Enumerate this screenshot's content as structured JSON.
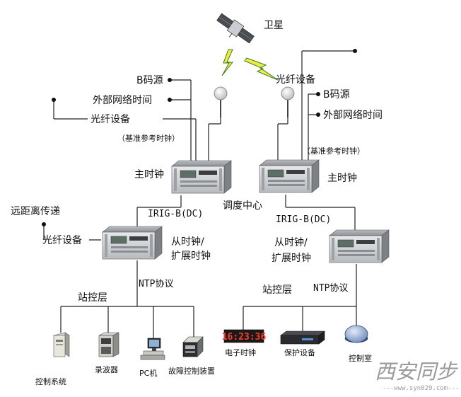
{
  "satellite": "卫星",
  "left": {
    "ref1": "B码源",
    "ref2": "外部网络时间",
    "ref3": "光纤设备",
    "ref_note": "（基准参考时钟）",
    "master": "主时钟",
    "link": "IRIG-B(DC)",
    "slave_line1": "从时钟/",
    "slave_line2": "扩展时钟",
    "remote": "远距离传递",
    "fiber": "光纤设备",
    "ntp": "NTP协议",
    "station": "站控层",
    "devices": [
      "控制系统",
      "录波器",
      "PC机",
      "故障控制装置"
    ]
  },
  "center": "调度中心",
  "right": {
    "ref1": "光纤设备",
    "ref2": "B码源",
    "ref3": "外部网络时间",
    "ref_note": "（基准参考时钟）",
    "master": "主时钟",
    "link": "IRIG-B(DC)",
    "slave_line1": "从时钟/",
    "slave_line2": "扩展时钟",
    "ntp": "NTP协议",
    "station": "站控层",
    "clock_display": "16:23:36",
    "devices": [
      "电子时钟",
      "保护设备",
      "控制室"
    ]
  },
  "watermark": {
    "text": "西安同步",
    "url": "---www.syn029.com---"
  }
}
